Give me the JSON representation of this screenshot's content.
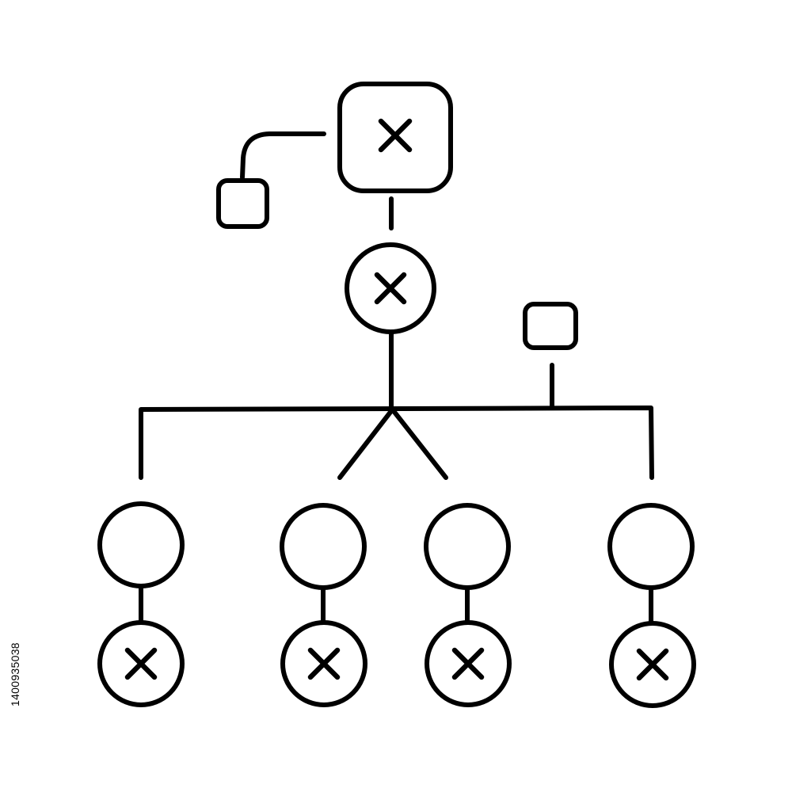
{
  "stock_id": "1400935038",
  "ink_color": "#000000",
  "background_color": "#ffffff",
  "nodes": {
    "top_node": {
      "shape": "rounded-square",
      "marked": true
    },
    "side_box": {
      "shape": "rounded-square",
      "marked": false
    },
    "second_node": {
      "shape": "circle",
      "marked": true
    },
    "right_box": {
      "shape": "rounded-square",
      "marked": false
    },
    "bottom_groups": [
      {
        "upper": {
          "shape": "circle",
          "marked": false
        },
        "lower": {
          "shape": "circle",
          "marked": true
        }
      },
      {
        "upper": {
          "shape": "circle",
          "marked": false
        },
        "lower": {
          "shape": "circle",
          "marked": true
        }
      },
      {
        "upper": {
          "shape": "circle",
          "marked": false
        },
        "lower": {
          "shape": "circle",
          "marked": true
        }
      },
      {
        "upper": {
          "shape": "circle",
          "marked": false
        },
        "lower": {
          "shape": "circle",
          "marked": true
        }
      }
    ]
  },
  "icons": {
    "mark": "x-mark-icon"
  }
}
